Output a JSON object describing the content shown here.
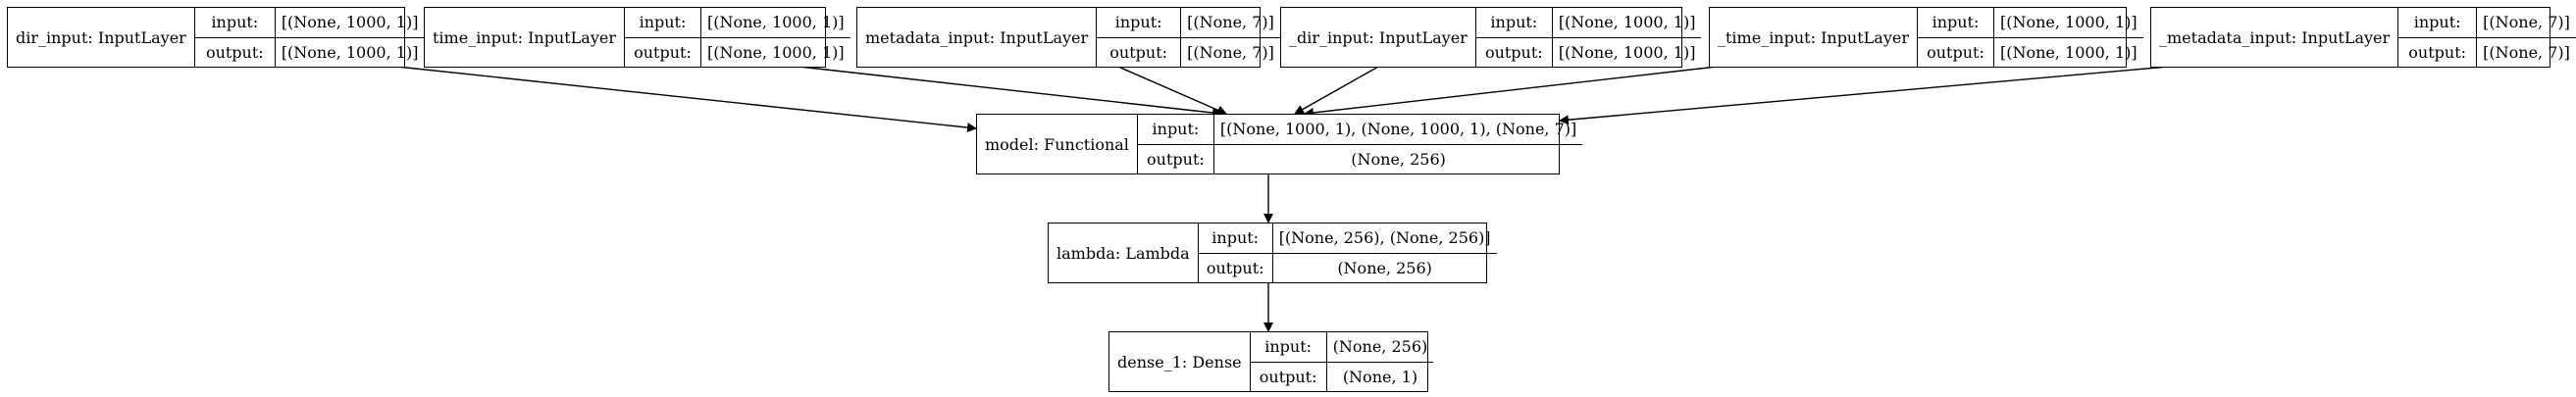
{
  "diagram": {
    "nodes": {
      "dir_input": {
        "label": "dir_input: InputLayer",
        "input_key": "input:",
        "input_val": "[(None, 1000, 1)]",
        "output_key": "output:",
        "output_val": "[(None, 1000, 1)]"
      },
      "time_input": {
        "label": "time_input: InputLayer",
        "input_key": "input:",
        "input_val": "[(None, 1000, 1)]",
        "output_key": "output:",
        "output_val": "[(None, 1000, 1)]"
      },
      "metadata_input": {
        "label": "metadata_input: InputLayer",
        "input_key": "input:",
        "input_val": "[(None, 7)]",
        "output_key": "output:",
        "output_val": "[(None, 7)]"
      },
      "_dir_input": {
        "label": "_dir_input: InputLayer",
        "input_key": "input:",
        "input_val": "[(None, 1000, 1)]",
        "output_key": "output:",
        "output_val": "[(None, 1000, 1)]"
      },
      "_time_input": {
        "label": "_time_input: InputLayer",
        "input_key": "input:",
        "input_val": "[(None, 1000, 1)]",
        "output_key": "output:",
        "output_val": "[(None, 1000, 1)]"
      },
      "_metadata_input": {
        "label": "_metadata_input: InputLayer",
        "input_key": "input:",
        "input_val": "[(None, 7)]",
        "output_key": "output:",
        "output_val": "[(None, 7)]"
      },
      "model": {
        "label": "model: Functional",
        "input_key": "input:",
        "input_val": "[(None, 1000, 1), (None, 1000, 1), (None, 7)]",
        "output_key": "output:",
        "output_val": "(None, 256)"
      },
      "lambda": {
        "label": "lambda: Lambda",
        "input_key": "input:",
        "input_val": "[(None, 256), (None, 256)]",
        "output_key": "output:",
        "output_val": "(None, 256)"
      },
      "dense_1": {
        "label": "dense_1: Dense",
        "input_key": "input:",
        "input_val": "(None, 256)",
        "output_key": "output:",
        "output_val": "(None, 1)"
      }
    },
    "edges": [
      [
        "dir_input",
        "model"
      ],
      [
        "time_input",
        "model"
      ],
      [
        "metadata_input",
        "model"
      ],
      [
        "_dir_input",
        "model"
      ],
      [
        "_time_input",
        "model"
      ],
      [
        "_metadata_input",
        "model"
      ],
      [
        "model",
        "lambda"
      ],
      [
        "lambda",
        "dense_1"
      ]
    ]
  }
}
